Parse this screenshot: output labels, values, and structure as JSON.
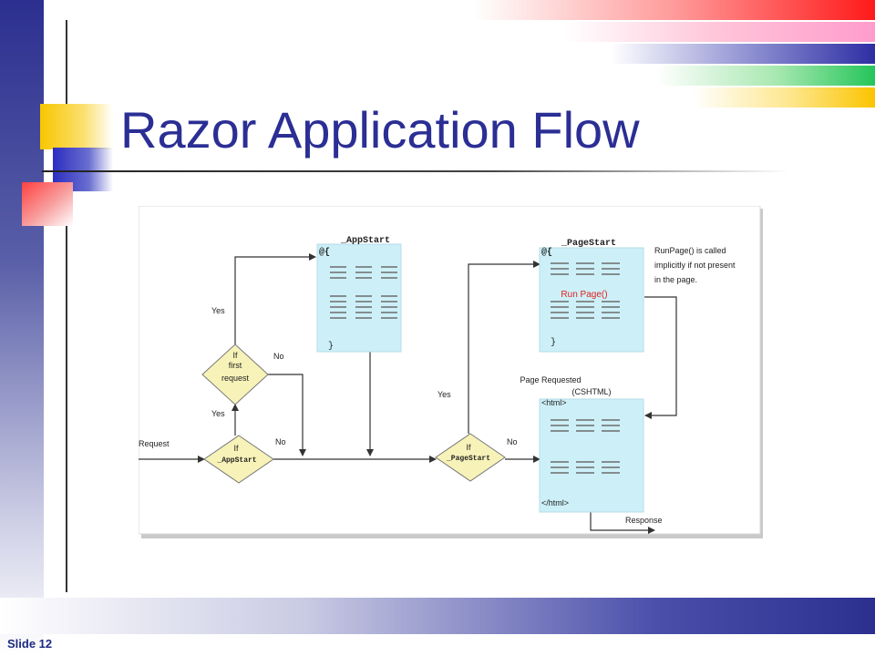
{
  "slide": {
    "title": "Razor Application Flow",
    "number_label": "Slide 12"
  },
  "diagram": {
    "request_label": "Request",
    "response_label": "Response",
    "decision_appstart": [
      "If",
      "_AppStart"
    ],
    "decision_first_request": [
      "If",
      "first",
      "request"
    ],
    "decision_pagestart": [
      "If",
      "_PageStart"
    ],
    "yes_label": "Yes",
    "no_label": "No",
    "appstart_box": {
      "title": "_AppStart",
      "open": "@{",
      "close": "}"
    },
    "pagestart_box": {
      "title": "_PageStart",
      "open": "@{",
      "run_page": "Run Page()",
      "close": "}"
    },
    "runpage_note": [
      "RunPage() is called",
      "implicitly if not present",
      "in the page."
    ],
    "page_requested": [
      "Page Requested",
      "(CSHTML)"
    ],
    "page_box": {
      "open": "<html>",
      "close": "</html>"
    },
    "colors": {
      "code_box": "#cdf0f8",
      "decision": "#f7f2b8",
      "run_page_text": "#e0201e"
    }
  }
}
